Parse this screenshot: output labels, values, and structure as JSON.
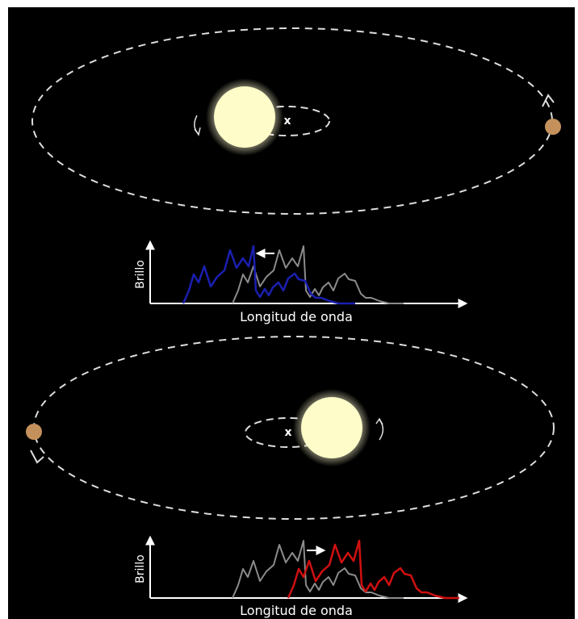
{
  "top_panel": {
    "barycenter_mark": "x",
    "ylabel": "Brillo",
    "xlabel": "Longitud de onda",
    "shift": "blue",
    "shift_color": "#1b1fb0"
  },
  "bottom_panel": {
    "barycenter_mark": "x",
    "ylabel": "Brillo",
    "xlabel": "Longitud de onda",
    "shift": "red",
    "shift_color": "#d01010"
  },
  "colors": {
    "background": "#000000",
    "star": "#fefcc8",
    "planet": "#c4915c",
    "orbit": "#dddddd",
    "rest_spectrum": "#8c8c8c",
    "axis": "#ffffff"
  },
  "icons": [
    "star",
    "planet",
    "orbit-arrow-icon",
    "shift-arrow-icon"
  ]
}
